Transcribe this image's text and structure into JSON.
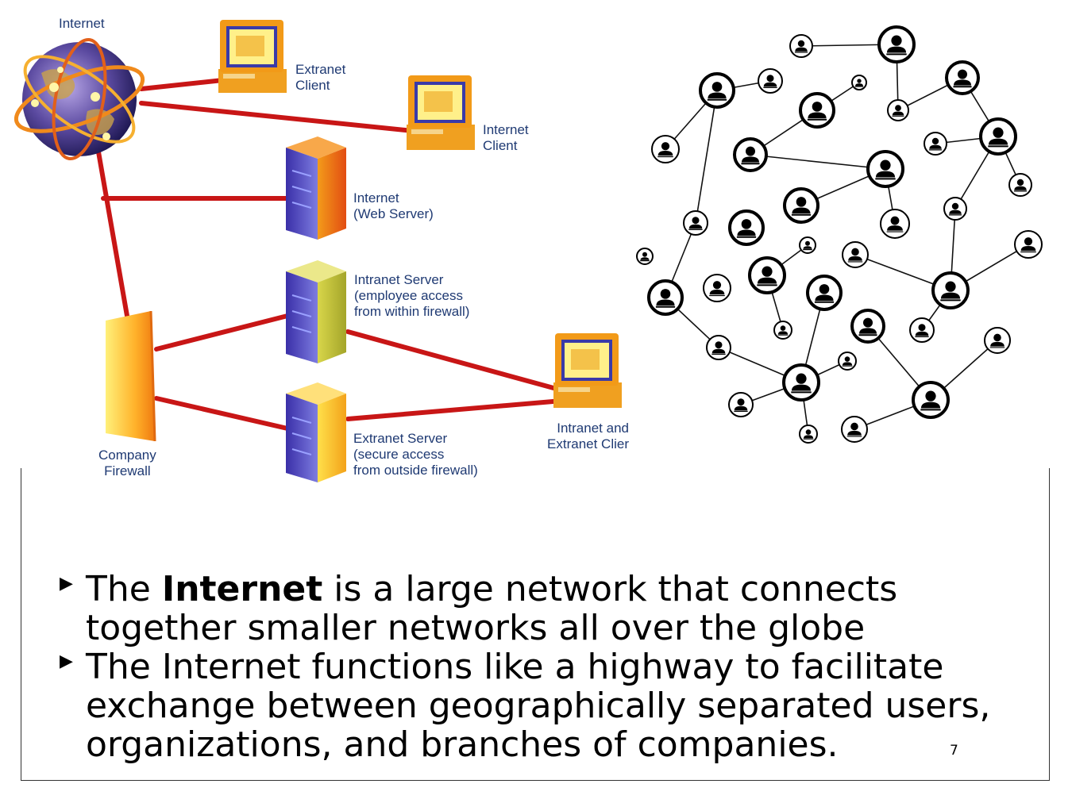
{
  "diagram": {
    "labels": {
      "internet": "Internet",
      "extranet_client": "Extranet\nClient",
      "internet_client": "Internet\nClient",
      "web_server": "Internet\n(Web Server)",
      "intranet_server": "Intranet Server\n(employee access\nfrom within firewall)",
      "extranet_server": "Extranet Server\n(secure access\nfrom outside firewall)",
      "intranet_extranet_client": "Intranet and\nExtranet Clier",
      "company_firewall": "Company\nFirewall"
    },
    "colors": {
      "link": "#cc1414",
      "label": "#1f3a73"
    }
  },
  "bullets": [
    {
      "before": "The ",
      "bold": "Internet",
      "after": " is a large network that connects together smaller networks all over the globe"
    },
    {
      "before": "The Internet functions like a highway to facilitate exchange between geographically separated users, organizations, and branches of companies.",
      "bold": "",
      "after": ""
    }
  ],
  "bullet_icon": "triangle-right-icon",
  "slide_number": "7"
}
